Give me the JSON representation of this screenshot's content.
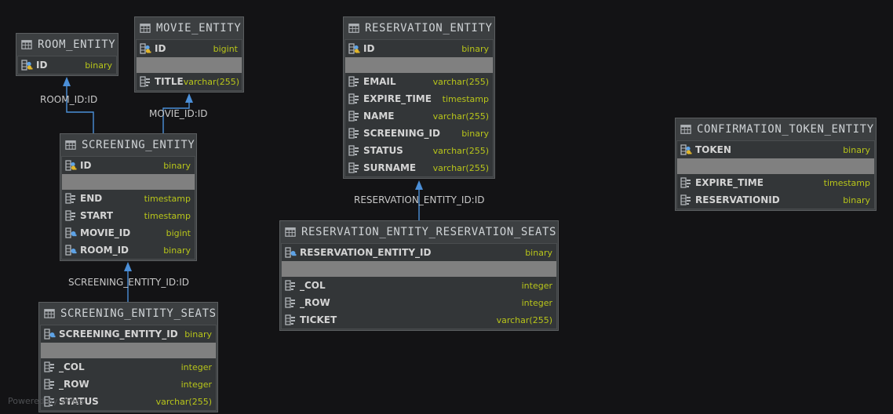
{
  "colors": {
    "background": "#131315",
    "edge": "#4b8fd8",
    "type_text": "#b8c51a",
    "separator": "#808080"
  },
  "entities": {
    "room": {
      "title": "ROOM_ENTITY",
      "key_columns": [
        {
          "name": "ID",
          "type": "binary",
          "icon": "pk-fk-icon"
        }
      ],
      "columns": []
    },
    "movie": {
      "title": "MOVIE_ENTITY",
      "key_columns": [
        {
          "name": "ID",
          "type": "bigint",
          "icon": "pk-fk-icon"
        }
      ],
      "columns": [
        {
          "name": "TITLE",
          "type": "varchar(255)",
          "icon": "column-icon"
        }
      ]
    },
    "screening": {
      "title": "SCREENING_ENTITY",
      "key_columns": [
        {
          "name": "ID",
          "type": "binary",
          "icon": "pk-fk-icon"
        }
      ],
      "columns": [
        {
          "name": "END",
          "type": "timestamp",
          "icon": "column-icon"
        },
        {
          "name": "START",
          "type": "timestamp",
          "icon": "column-icon"
        },
        {
          "name": "MOVIE_ID",
          "type": "bigint",
          "icon": "fk-icon"
        },
        {
          "name": "ROOM_ID",
          "type": "binary",
          "icon": "fk-icon"
        }
      ]
    },
    "screening_seats": {
      "title": "SCREENING_ENTITY_SEATS",
      "key_columns": [
        {
          "name": "SCREENING_ENTITY_ID",
          "type": "binary",
          "icon": "fk-icon"
        }
      ],
      "columns": [
        {
          "name": "_COL",
          "type": "integer",
          "icon": "column-icon"
        },
        {
          "name": "_ROW",
          "type": "integer",
          "icon": "column-icon"
        },
        {
          "name": "STATUS",
          "type": "varchar(255)",
          "icon": "column-icon"
        }
      ]
    },
    "reservation": {
      "title": "RESERVATION_ENTITY",
      "key_columns": [
        {
          "name": "ID",
          "type": "binary",
          "icon": "pk-fk-icon"
        }
      ],
      "columns": [
        {
          "name": "EMAIL",
          "type": "varchar(255)",
          "icon": "column-icon"
        },
        {
          "name": "EXPIRE_TIME",
          "type": "timestamp",
          "icon": "column-icon"
        },
        {
          "name": "NAME",
          "type": "varchar(255)",
          "icon": "column-icon"
        },
        {
          "name": "SCREENING_ID",
          "type": "binary",
          "icon": "column-icon"
        },
        {
          "name": "STATUS",
          "type": "varchar(255)",
          "icon": "column-icon"
        },
        {
          "name": "SURNAME",
          "type": "varchar(255)",
          "icon": "column-icon"
        }
      ]
    },
    "reservation_seats": {
      "title": "RESERVATION_ENTITY_RESERVATION_SEATS",
      "key_columns": [
        {
          "name": "RESERVATION_ENTITY_ID",
          "type": "binary",
          "icon": "fk-icon"
        }
      ],
      "columns": [
        {
          "name": "_COL",
          "type": "integer",
          "icon": "column-icon"
        },
        {
          "name": "_ROW",
          "type": "integer",
          "icon": "column-icon"
        },
        {
          "name": "TICKET",
          "type": "varchar(255)",
          "icon": "column-icon"
        }
      ]
    },
    "confirmation_token": {
      "title": "CONFIRMATION_TOKEN_ENTITY",
      "key_columns": [
        {
          "name": "TOKEN",
          "type": "binary",
          "icon": "pk-fk-icon"
        }
      ],
      "columns": [
        {
          "name": "EXPIRE_TIME",
          "type": "timestamp",
          "icon": "column-icon"
        },
        {
          "name": "RESERVATIONID",
          "type": "binary",
          "icon": "column-icon"
        }
      ]
    }
  },
  "edges": {
    "room_id": "ROOM_ID:ID",
    "movie_id": "MOVIE_ID:ID",
    "screening_entity_id": "SCREENING_ENTITY_ID:ID",
    "reservation_entity_id": "RESERVATION_ENTITY_ID:ID"
  },
  "watermark": "Powered by yFiles"
}
